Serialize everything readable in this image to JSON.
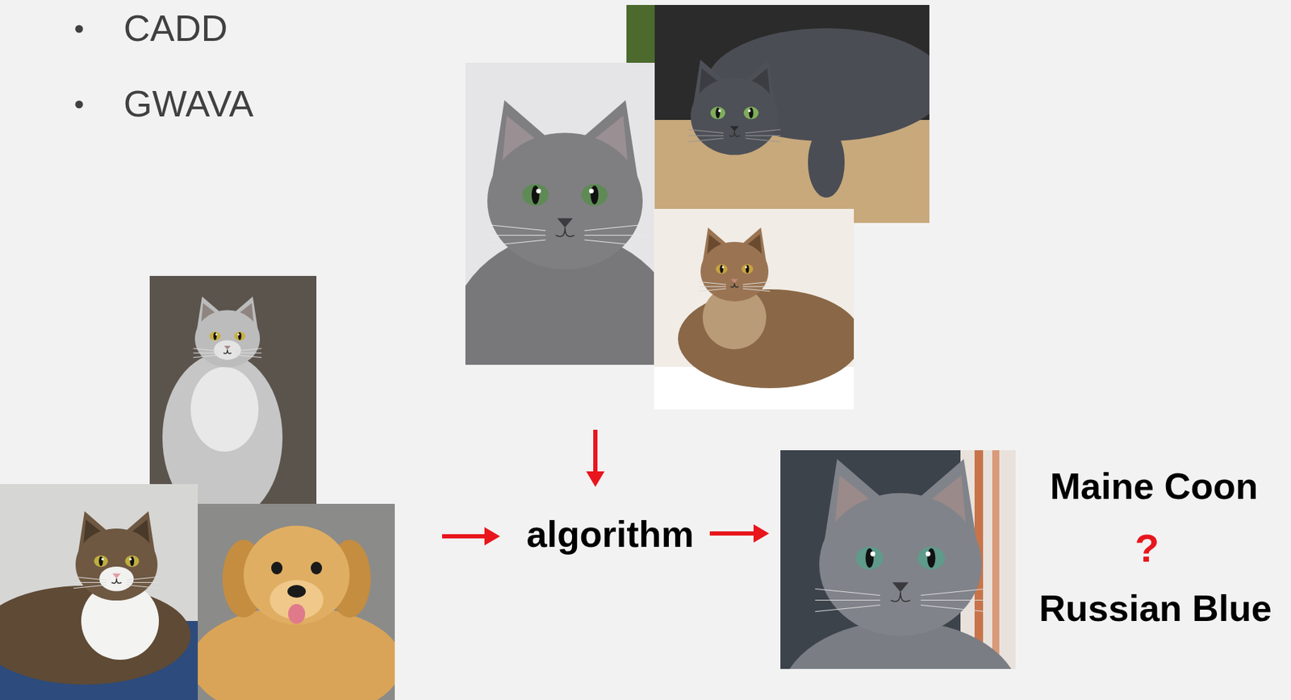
{
  "diagram": {
    "nodes": [
      {
        "text": [
          "algorithm"
        ]
      }
    ],
    "labels": [
      "CADD",
      "GWAVA",
      "Maine Coon",
      "?",
      "Russian Blue"
    ]
  }
}
